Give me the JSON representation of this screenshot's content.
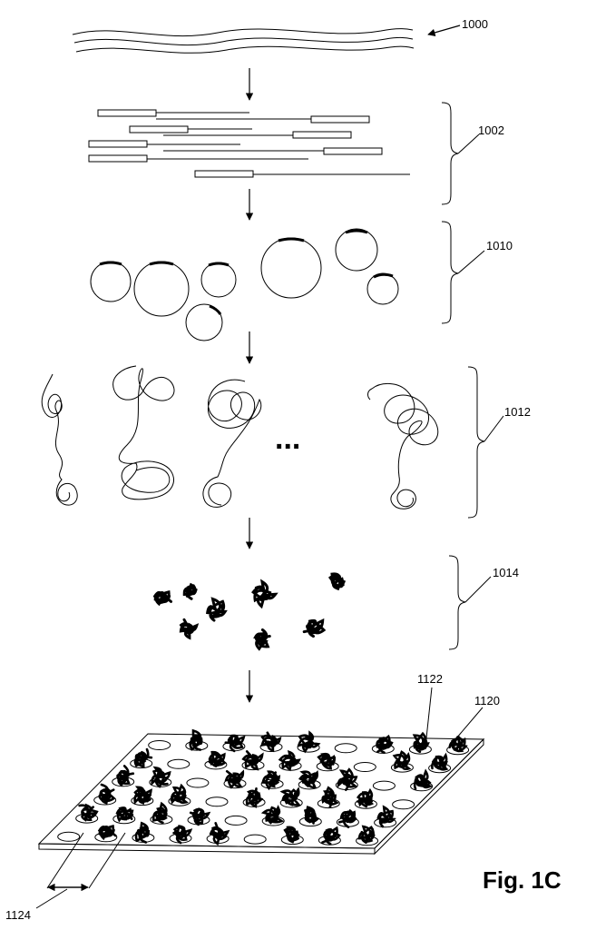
{
  "figure": {
    "caption": "Fig. 1C",
    "labels": {
      "dna": "1000",
      "fragments": "1002",
      "circles": "1010",
      "amplified": "1012",
      "compacted": "1014",
      "wells": "1122",
      "substrate": "1120",
      "pitch": "1124"
    },
    "ellipsis": "..."
  }
}
